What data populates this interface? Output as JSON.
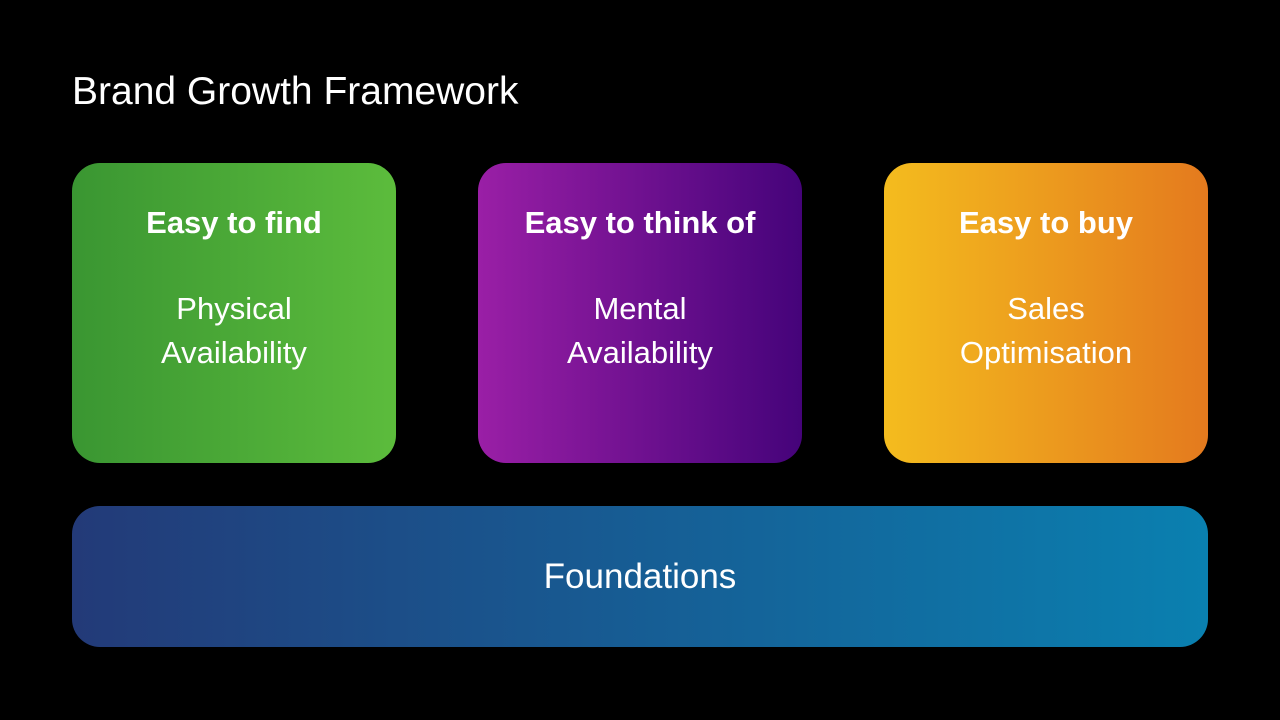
{
  "title": "Brand Growth Framework",
  "pillars": [
    {
      "heading": "Easy to find",
      "line1": "Physical",
      "line2": "Availability",
      "color_start": "#3a9632",
      "color_end": "#5cbc3c"
    },
    {
      "heading": "Easy to think of",
      "line1": "Mental",
      "line2": "Availability",
      "color_start": "#9a1fa6",
      "color_end": "#45037a"
    },
    {
      "heading": "Easy to buy",
      "line1": "Sales",
      "line2": "Optimisation",
      "color_start": "#f4bc1e",
      "color_end": "#e47a1e"
    }
  ],
  "foundation": {
    "label": "Foundations",
    "color_start": "#233a78",
    "color_end": "#0a80b0"
  },
  "background_color": "#000000",
  "text_color": "#ffffff"
}
